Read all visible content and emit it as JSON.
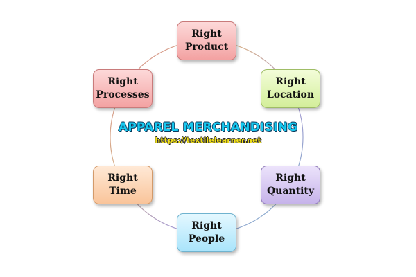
{
  "diagram": {
    "title": "APPAREL MERCHANDISING",
    "url": "https://textilelearner.net",
    "nodes": [
      {
        "line1": "Right",
        "line2": "Product"
      },
      {
        "line1": "Right",
        "line2": "Location"
      },
      {
        "line1": "Right",
        "line2": "Quantity"
      },
      {
        "line1": "Right",
        "line2": "People"
      },
      {
        "line1": "Right",
        "line2": "Time"
      },
      {
        "line1": "Right",
        "line2": "Processes"
      }
    ],
    "colors": {
      "title": "#18c8ef",
      "url": "#f4e21a",
      "product": "#f3a2a2",
      "location": "#d3ee9a",
      "quantity": "#c6b3ea",
      "people": "#a9e4fb",
      "time": "#f9c49a",
      "processes": "#f3a2a2"
    }
  }
}
